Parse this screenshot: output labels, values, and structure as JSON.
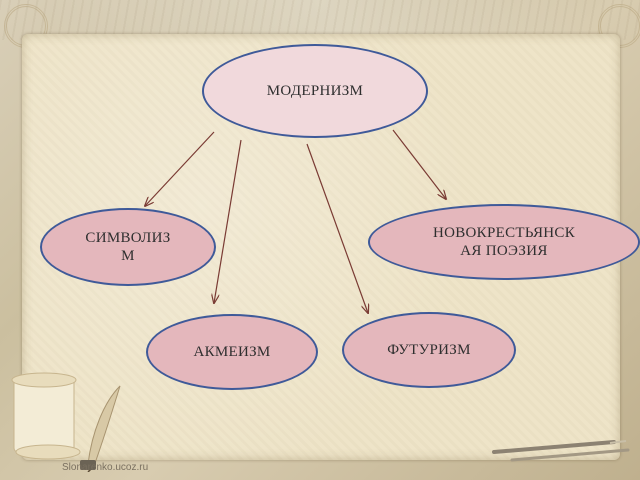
{
  "diagram": {
    "root": {
      "label": "МОДЕРНИЗМ"
    },
    "children": [
      {
        "id": "symbolism",
        "lines": [
          "СИМВОЛИЗ",
          "М"
        ]
      },
      {
        "id": "new-peasant",
        "lines": [
          "НОВОКРЕСТЬЯНСК",
          "АЯ ПОЭЗИЯ"
        ]
      },
      {
        "id": "acmeism",
        "lines": [
          "АКМЕИЗМ"
        ]
      },
      {
        "id": "futurism",
        "lines": [
          "ФУТУРИЗМ"
        ]
      }
    ]
  },
  "footer": {
    "watermark": "Slonarenko.ucoz.ru"
  },
  "colors": {
    "root_fill": "#f1d9dc",
    "child_fill": "#e4b7bc",
    "ellipse_border": "#3f5a99",
    "arrow": "#7a3b34"
  }
}
